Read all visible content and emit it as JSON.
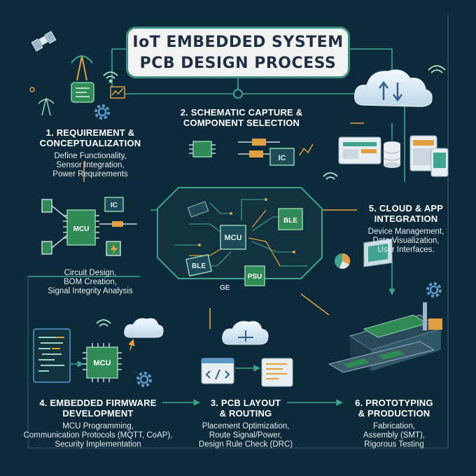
{
  "title": {
    "line1": "IoT EMBEDDED SYSTEM",
    "line2": "PCB DESIGN PROCESS"
  },
  "stages": {
    "requirement": {
      "title_line1": "1. REQUIREMENT &",
      "title_line2": "CONCEPTUALIZATION",
      "desc": [
        "Define Functionality,",
        "Sensor Integration,",
        "Power Requirements"
      ]
    },
    "schematic": {
      "title_line1": "2. SCHEMATIC CAPTURE &",
      "title_line2": "COMPONENT SELECTION"
    },
    "circuit": {
      "desc": [
        "Circuit Design,",
        "BOM Creation,",
        "Signal Integrity Analysis"
      ]
    },
    "cloud": {
      "title_line1": "5. CLOUD & APP",
      "title_line2": "INTEGRATION",
      "desc": [
        "Device Management,",
        "Data Visualization,",
        "User Interfaces."
      ]
    },
    "firmware": {
      "title_line1": "4. EMBEDDED FIRMWARE",
      "title_line2": "DEVELOPMENT",
      "desc": [
        "MCU Programming,",
        "Communication Protocols (MQTT, CoAP),",
        "Security Implementation"
      ]
    },
    "layout": {
      "title_line1": "3. PCB LAYOUT",
      "title_line2": "& ROUTING",
      "desc": [
        "Placement Optimization,",
        "Route Signal/Power,",
        "Design Rule Check (DRC)"
      ]
    },
    "prototyping": {
      "title_line1": "6. PROTOTYPING",
      "title_line2": "& PRODUCTION",
      "desc": [
        "Fabrication,",
        "Assembly (SMT),",
        "Rigorous Testing"
      ]
    }
  },
  "chips": {
    "mcu_left": "MCU",
    "ic_left": "IC",
    "ic_schematic": "IC",
    "mcu_board": "MCU",
    "ble_board_right": "BLE",
    "ble_board_left": "BLE",
    "psu_board": "PSU",
    "ge_board": "GE",
    "mcu_firmware": "MCU"
  },
  "icons": [
    "satellite-icon",
    "antenna-icon",
    "wifi-icon",
    "gear-icon",
    "cloud-icon",
    "upload-download-icon",
    "database-icon",
    "dashboard-icon",
    "tablet-icon",
    "phone-icon",
    "pie-chart-icon",
    "code-editor-icon",
    "lightning-icon",
    "factory-machine-icon",
    "conveyor-icon"
  ],
  "colors": {
    "background": "#0d2a3a",
    "frame": "#2f5f6a",
    "teal": "#3fa58f",
    "orange": "#e3a041",
    "board": "#12323f",
    "chip": "#2f8a55"
  }
}
